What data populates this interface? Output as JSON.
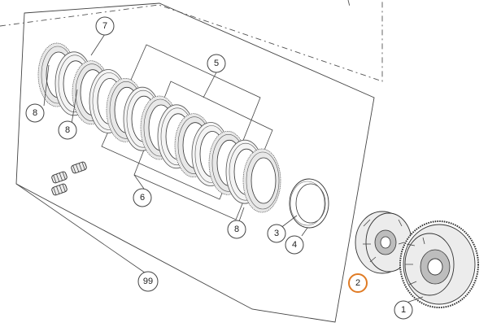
{
  "callouts": {
    "c1": "1",
    "c2": "2",
    "c3": "3",
    "c4": "4",
    "c5": "5",
    "c6": "6",
    "c7": "7",
    "c8a": "8",
    "c8b": "8",
    "c8c": "8",
    "c99": "99"
  },
  "colors": {
    "highlight": "#e07b24",
    "line": "#444444"
  }
}
